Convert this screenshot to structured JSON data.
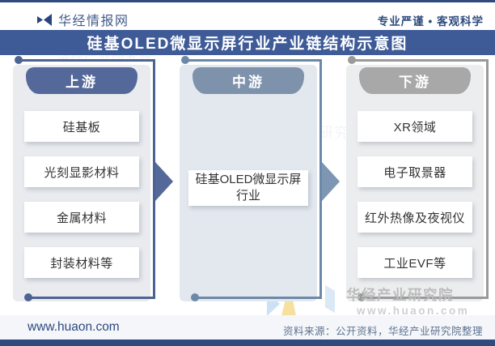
{
  "page": {
    "brand": "华经情报网",
    "slogan": "专业严谨 • 客观科学",
    "title": "硅基OLED微显示屏行业产业链结构示意图"
  },
  "colors": {
    "navy": "#2F4B7E",
    "titlebar": "#3E5B98"
  },
  "diagram": {
    "columns": [
      {
        "label": "上游",
        "items": [
          "硅基板",
          "光刻显影材料",
          "金属材料",
          "封装材料等"
        ],
        "colors": {
          "pill": "#54689A",
          "line": "#4D6392",
          "panel": "#E9EBEF",
          "arrow": "#54689A"
        }
      },
      {
        "label": "中游",
        "items": [
          "硅基OLED微显示屏行业"
        ],
        "colors": {
          "pill": "#7E92AC",
          "line": "#6C88A9",
          "panel": "#E3E8EF",
          "arrow": "#7C96B3"
        }
      },
      {
        "label": "下游",
        "items": [
          "XR领域",
          "电子取景器",
          "红外热像及夜视仪",
          "工业EVF等"
        ],
        "colors": {
          "pill": "#A8A8A8",
          "line": "#9A9A9A",
          "panel": "#ECEDEF"
        }
      }
    ]
  },
  "watermark": {
    "name": "华经产业研究院",
    "site": "www.huaon.com"
  },
  "footer": {
    "site": "www.huaon.com",
    "source": "资料来源：公开资料，华经产业研究院整理"
  }
}
